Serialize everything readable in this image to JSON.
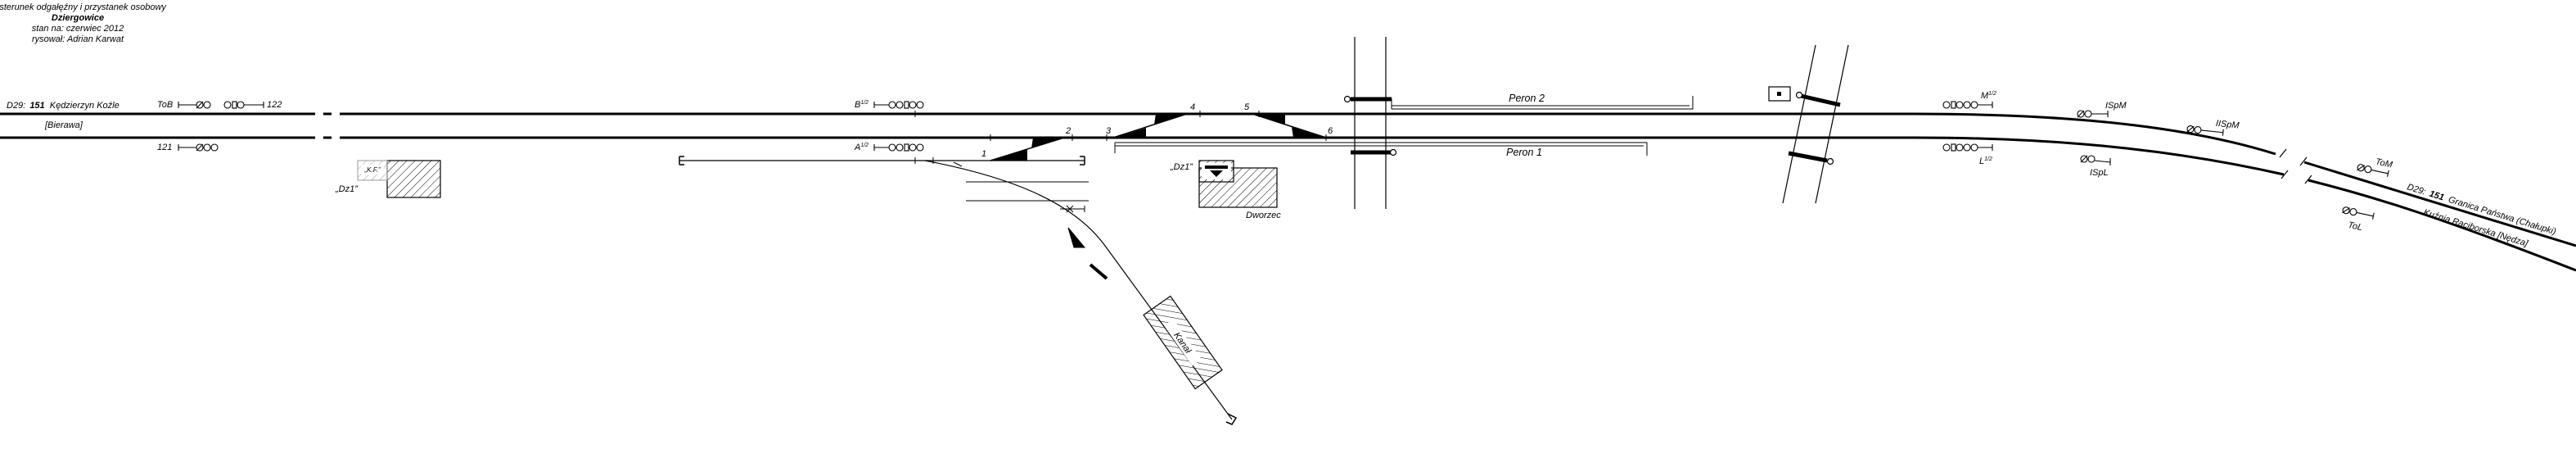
{
  "header": {
    "line1": "posterunek odgałęźny i przystanek osobowy",
    "station_name": "Dziergowice",
    "date_line": "stan na: czerwiec 2012",
    "author_line": "rysował: Adrian Karwat"
  },
  "line_labels": {
    "left_prefix": "D29:",
    "left_number": "151",
    "left_destination": "Kędzierzyn Koźle",
    "left_sub": "[Bierawa]",
    "right_prefix": "D29:",
    "right_number": "151",
    "right_destination": "Granica Państwa (Chałupki)",
    "right_sub": "Kuźnia Raciborska [Nędza]"
  },
  "signals": {
    "ToB": "ToB",
    "km122": "122",
    "km121": "121",
    "B12": "B",
    "A12": "A",
    "M12": "M",
    "L12": "L",
    "suffix12": "1/2",
    "ISpM": "ISpM",
    "IISpM": "IISpM",
    "ISpL": "ISpL",
    "ToM": "ToM",
    "ToL": "ToL"
  },
  "switches": [
    "1",
    "2",
    "3",
    "4",
    "5",
    "6"
  ],
  "platforms": {
    "peron2": "Peron 2",
    "peron1": "Peron 1"
  },
  "buildings": {
    "dz1_old": "„Dz1”",
    "dz1_old_inner": "„K.F.”",
    "dz1": "„Dz1”",
    "dworzec": "Dworzec",
    "siding": "Kanał"
  },
  "colors": {
    "track": "#000000",
    "faded": "#9a9a9a"
  }
}
